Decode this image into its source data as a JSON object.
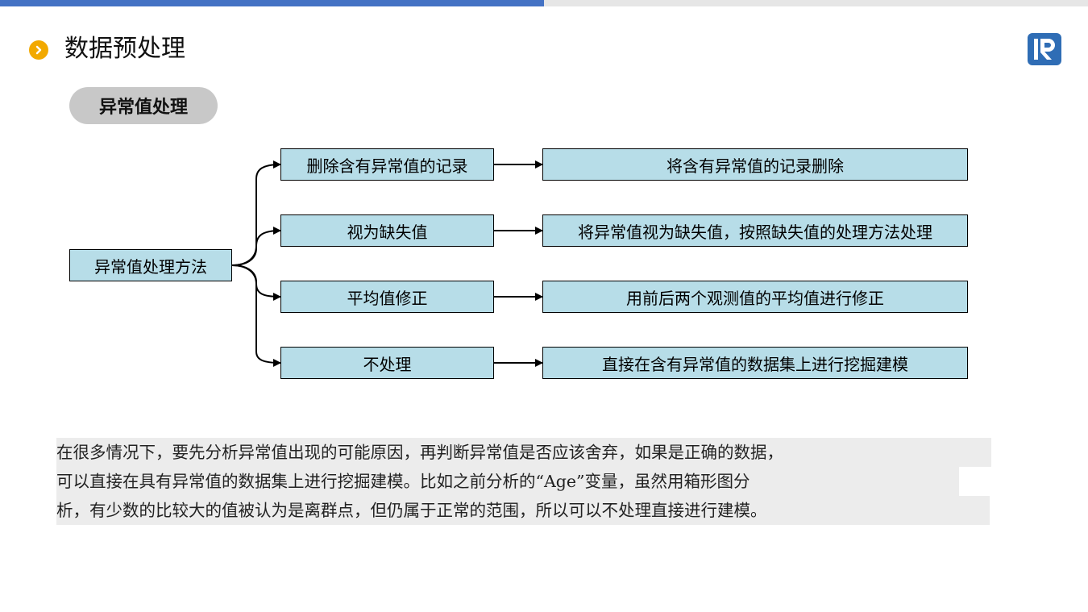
{
  "header": {
    "title": "数据预处理"
  },
  "section": {
    "label": "异常值处理"
  },
  "diagram": {
    "root": "异常值处理方法",
    "branches": [
      {
        "method": "删除含有异常值的记录",
        "description": "将含有异常值的记录删除"
      },
      {
        "method": "视为缺失值",
        "description": "将异常值视为缺失值，按照缺失值的处理方法处理"
      },
      {
        "method": "平均值修正",
        "description": "用前后两个观测值的平均值进行修正"
      },
      {
        "method": "不处理",
        "description": "直接在含有异常值的数据集上进行挖掘建模"
      }
    ]
  },
  "explanation": {
    "lines": [
      "在很多情况下，要先分析异常值出现的可能原因，再判断异常值是否应该舍弃，如果是正确的数据，",
      "可以直接在具有异常值的数据集上进行挖掘建模。比如之前分析的“Age”变量，虽然用箱形图分",
      "析，有少数的比较大的值被认为是离群点，但仍属于正常的范围，所以可以不处理直接进行建模。"
    ]
  },
  "colors": {
    "accent_bar": "#4472c4",
    "bullet": "#f2a900",
    "box_fill": "#b7dde8",
    "pill": "#c8c8c8",
    "logo": "#2f6db5"
  },
  "icons": {
    "bullet": "chevron-right-circle-icon",
    "logo": "r-logo-icon"
  }
}
